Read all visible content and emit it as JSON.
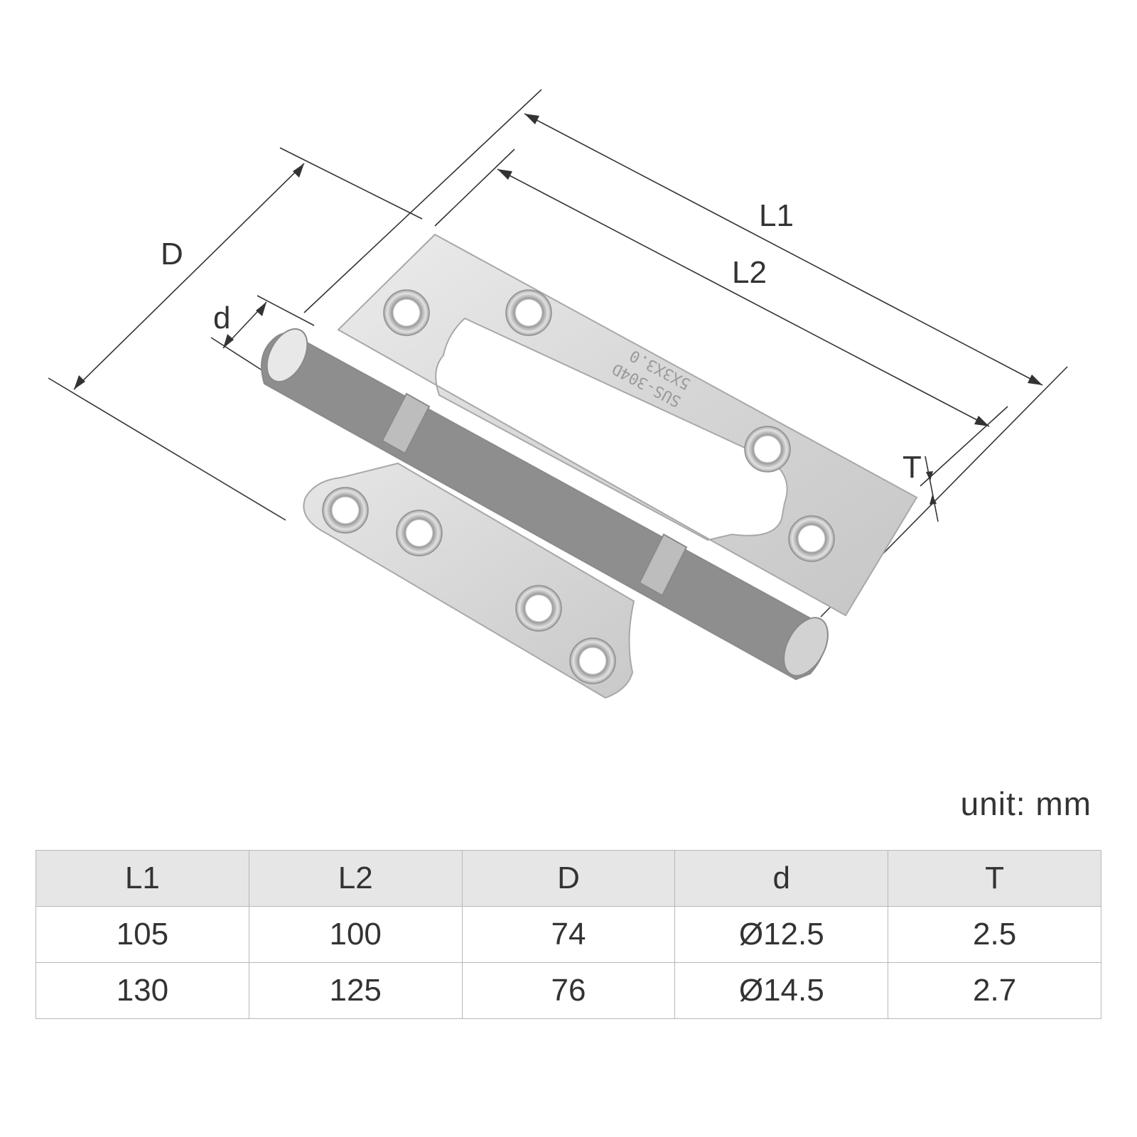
{
  "diagram": {
    "labels": {
      "l1": "L1",
      "l2": "L2",
      "d_outer": "D",
      "d_inner": "d",
      "t": "T"
    },
    "stamp_line1": "SUS-304D",
    "stamp_line2": "5X3X3.0"
  },
  "unit": "unit: mm",
  "table": {
    "headers": [
      "L1",
      "L2",
      "D",
      "d",
      "T"
    ],
    "rows": [
      [
        "105",
        "100",
        "74",
        "Ø12.5",
        "2.5"
      ],
      [
        "130",
        "125",
        "76",
        "Ø14.5",
        "2.7"
      ]
    ]
  }
}
